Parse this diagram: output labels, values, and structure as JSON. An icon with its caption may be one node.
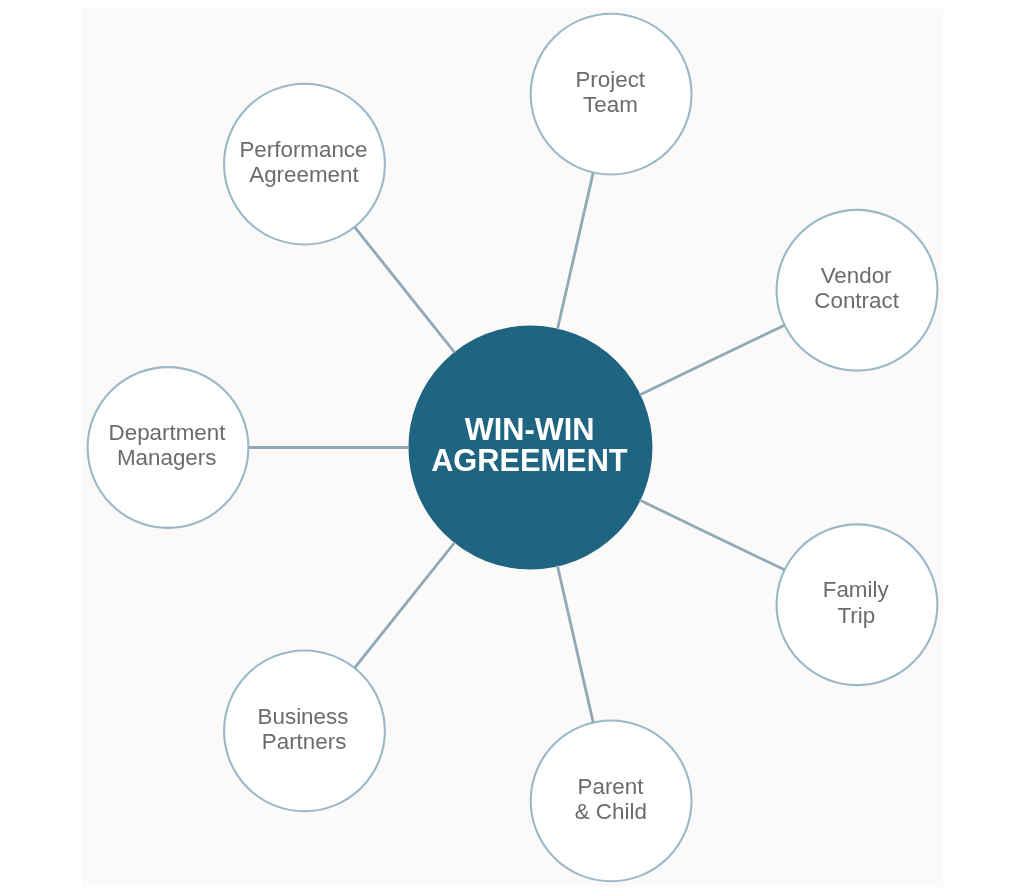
{
  "diagram": {
    "nodes": [
      {
        "text": [
          "WIN-WIN AGREEMENT"
        ]
      },
      {
        "text": [
          "Vendor Contract"
        ]
      },
      {
        "text": [
          "Project Team"
        ]
      },
      {
        "text": [
          "Performance Agreement"
        ]
      },
      {
        "text": [
          "Department Managers"
        ]
      },
      {
        "text": [
          "Business Partners"
        ]
      },
      {
        "text": [
          "Parent & Child"
        ]
      },
      {
        "text": [
          "Family Trip"
        ]
      }
    ],
    "edges": [
      {
        "from": 0,
        "to": 1,
        "arrow": "none"
      },
      {
        "from": 0,
        "to": 2,
        "arrow": "none"
      },
      {
        "from": 0,
        "to": 3,
        "arrow": "none"
      },
      {
        "from": 0,
        "to": 4,
        "arrow": "none"
      },
      {
        "from": 0,
        "to": 5,
        "arrow": "none"
      },
      {
        "from": 0,
        "to": 6,
        "arrow": "none"
      },
      {
        "from": 0,
        "to": 7,
        "arrow": "none"
      }
    ]
  }
}
